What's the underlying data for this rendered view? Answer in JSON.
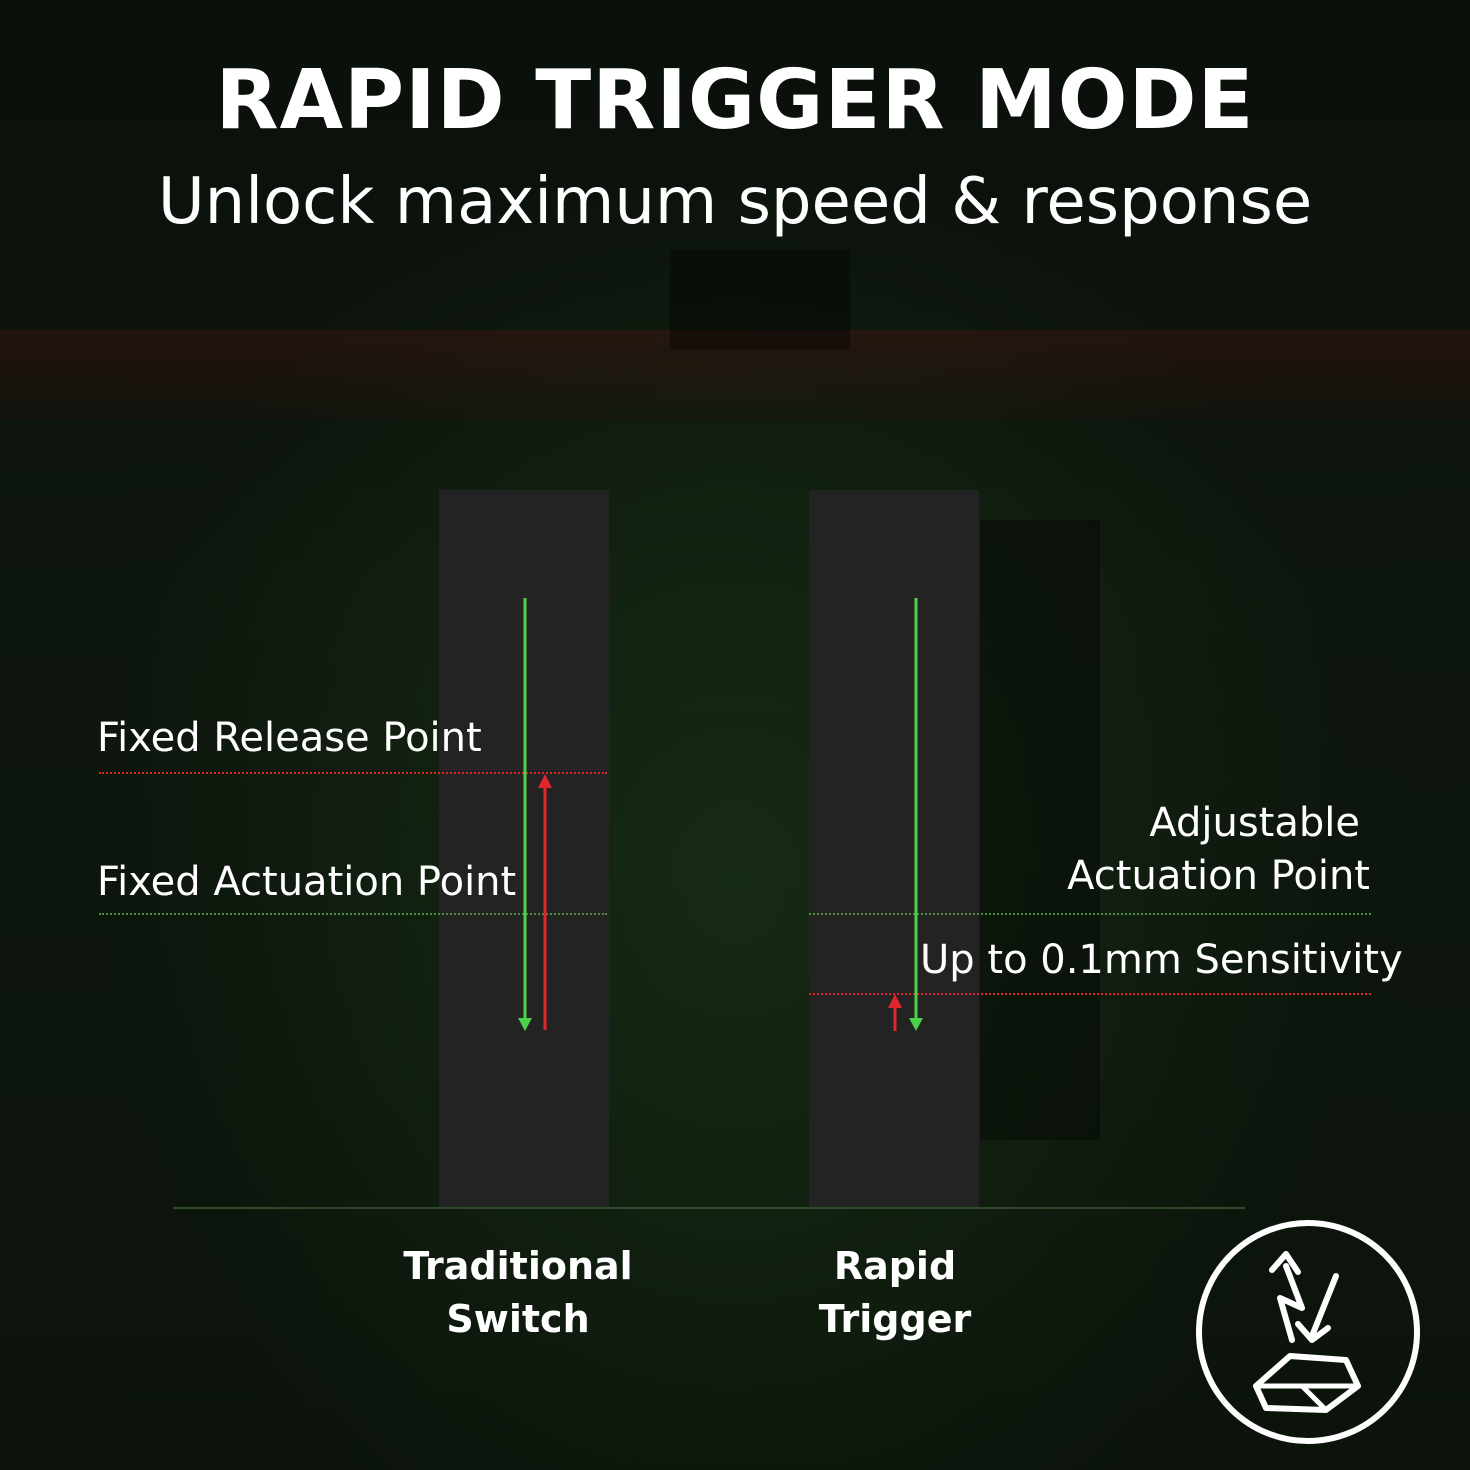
{
  "header": {
    "title": "RAPID TRIGGER MODE",
    "subtitle": "Unlock maximum speed & response"
  },
  "diagram": {
    "traditional": {
      "name_line1": "Traditional",
      "name_line2": "Switch",
      "release_label": "Fixed Release Point",
      "actuation_label": "Fixed Actuation Point"
    },
    "rapid": {
      "name_line1": "Rapid",
      "name_line2": "Trigger",
      "actuation_label_line1": "Adjustable",
      "actuation_label_line2": "Actuation Point",
      "sensitivity_label": "Up to 0.1mm Sensitivity"
    },
    "colors": {
      "press": "#4cd14a",
      "release": "#e0262c",
      "column": "#232323",
      "background": "#0c110c"
    },
    "icon": "rapid-trigger-keycap-icon"
  }
}
